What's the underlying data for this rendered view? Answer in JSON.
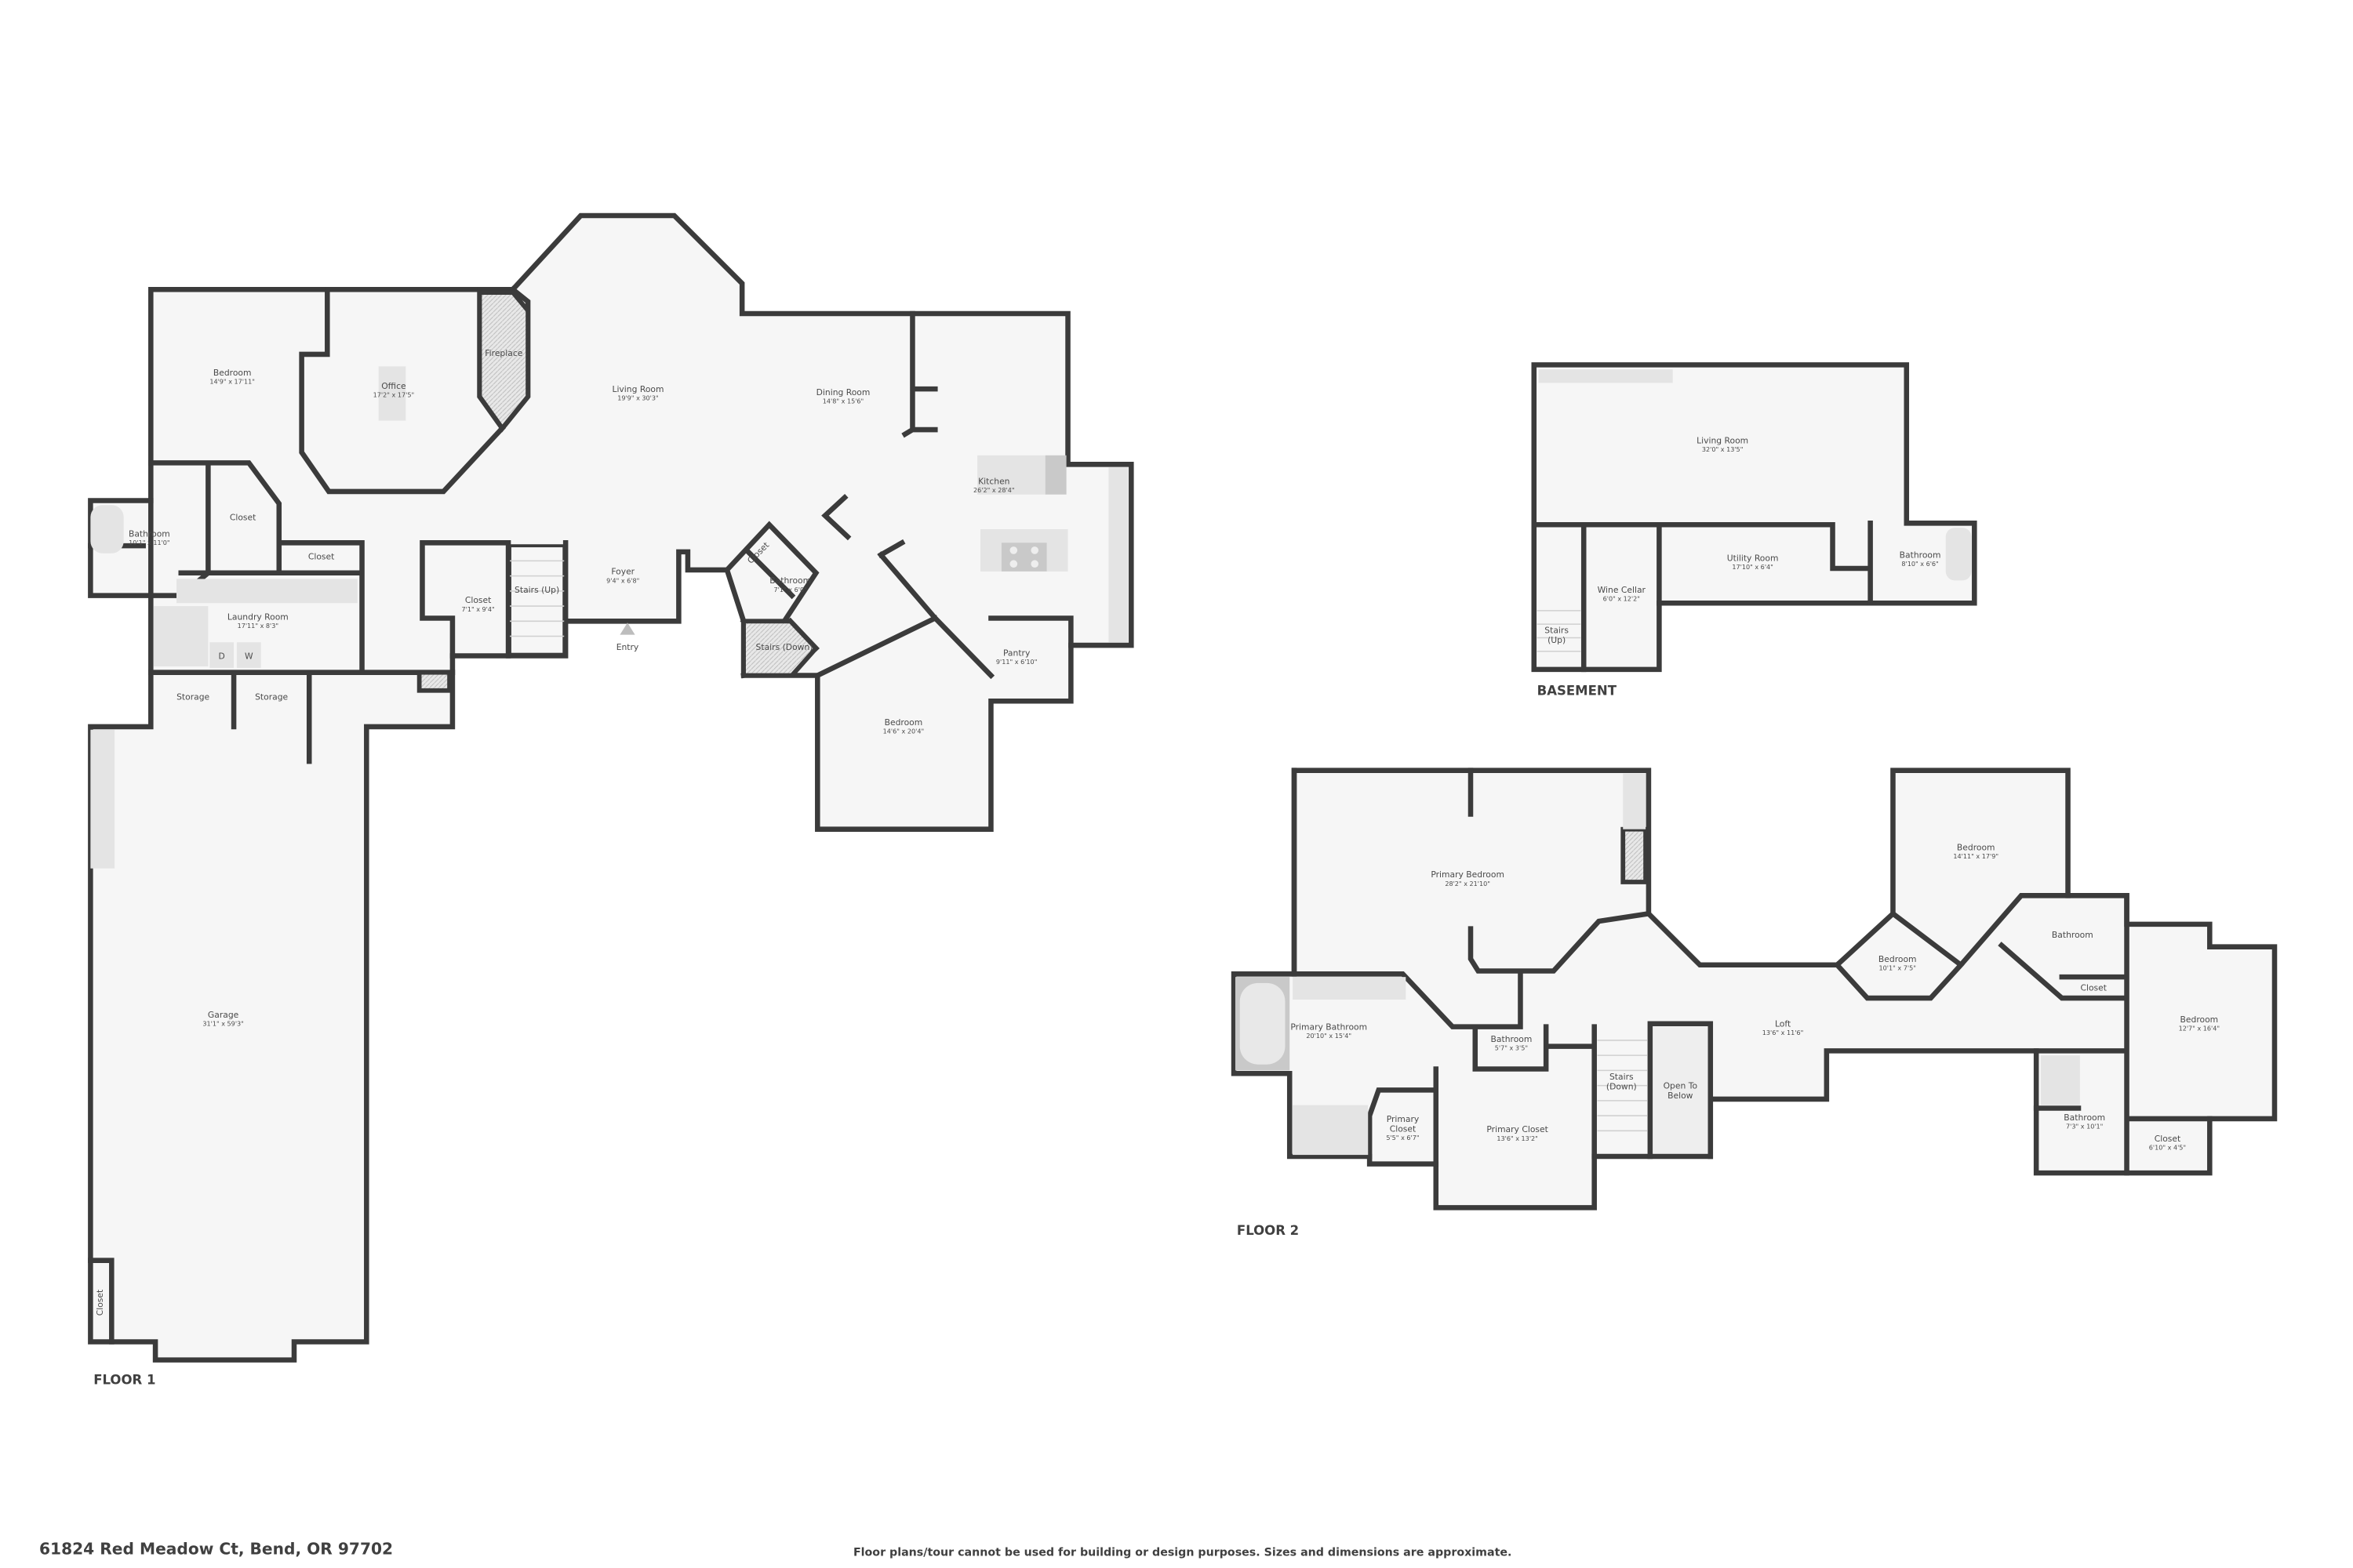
{
  "floor1": {
    "label": "FLOOR 1",
    "rooms": [
      {
        "name": "Bedroom",
        "dims": "14'9\" x 17'11\""
      },
      {
        "name": "Office",
        "dims": "17'2\" x 17'5\""
      },
      {
        "name": "Fireplace",
        "dims": ""
      },
      {
        "name": "Living Room",
        "dims": "19'9\" x 30'3\""
      },
      {
        "name": "Dining Room",
        "dims": "14'8\" x 15'6\""
      },
      {
        "name": "Kitchen",
        "dims": "26'2\" x 28'4\""
      },
      {
        "name": "Bathroom",
        "dims": "10'1\" x 11'0\""
      },
      {
        "name": "Closet",
        "dims": ""
      },
      {
        "name": "Closet",
        "dims": ""
      },
      {
        "name": "Laundry Room",
        "dims": "17'11\" x 8'3\""
      },
      {
        "name": "Closet",
        "dims": "7'1\" x 9'4\""
      },
      {
        "name": "Stairs (Up)",
        "dims": ""
      },
      {
        "name": "Foyer",
        "dims": "9'4\" x 6'8\""
      },
      {
        "name": "Entry",
        "dims": ""
      },
      {
        "name": "Closet",
        "dims": ""
      },
      {
        "name": "Bathroom",
        "dims": "7'1\" x 6'0\""
      },
      {
        "name": "Stairs (Down)",
        "dims": ""
      },
      {
        "name": "Pantry",
        "dims": "9'11\" x 6'10\""
      },
      {
        "name": "Bedroom",
        "dims": "14'6\" x 20'4\""
      },
      {
        "name": "Storage",
        "dims": ""
      },
      {
        "name": "Storage",
        "dims": ""
      },
      {
        "name": "Garage",
        "dims": "31'1\" x 59'3\""
      },
      {
        "name": "Closet",
        "dims": ""
      }
    ],
    "appliance_letters": [
      "D",
      "W"
    ]
  },
  "basement": {
    "label": "BASEMENT",
    "rooms": [
      {
        "name": "Living Room",
        "dims": "32'0\" x 13'5\""
      },
      {
        "name": "Wine Cellar",
        "dims": "6'0\" x 12'2\""
      },
      {
        "name": "Utility Room",
        "dims": "17'10\" x 6'4\""
      },
      {
        "name": "Bathroom",
        "dims": "8'10\" x 6'6\""
      },
      {
        "name": "Stairs",
        "dims": "(Up)"
      }
    ]
  },
  "floor2": {
    "label": "FLOOR 2",
    "rooms": [
      {
        "name": "Primary Bedroom",
        "dims": "28'2\" x 21'10\""
      },
      {
        "name": "Primary Bathroom",
        "dims": "20'10\" x 15'4\""
      },
      {
        "name": "Bathroom",
        "dims": "5'7\" x 3'5\""
      },
      {
        "name": "Primary",
        "dims": "Closet",
        "extra": "5'5\" x 6'7\""
      },
      {
        "name": "Primary Closet",
        "dims": "13'6\" x 13'2\""
      },
      {
        "name": "Stairs",
        "dims": "(Down)"
      },
      {
        "name": "Open To",
        "dims": "Below"
      },
      {
        "name": "Loft",
        "dims": "13'6\" x 11'6\""
      },
      {
        "name": "Bedroom",
        "dims": "14'11\" x 17'9\""
      },
      {
        "name": "Bedroom",
        "dims": "10'1\" x 7'5\""
      },
      {
        "name": "Bathroom",
        "dims": ""
      },
      {
        "name": "Closet",
        "dims": ""
      },
      {
        "name": "Bedroom",
        "dims": "12'7\" x 16'4\""
      },
      {
        "name": "Bathroom",
        "dims": "7'3\" x 10'1\""
      },
      {
        "name": "Closet",
        "dims": "6'10\" x 4'5\""
      }
    ]
  },
  "footer": {
    "address": "61824 Red Meadow Ct, Bend, OR 97702",
    "disclaimer": "Floor plans/tour cannot be used for building or design purposes. Sizes and dimensions are approximate."
  },
  "colors": {
    "wall": "#3b3b3b",
    "floor": "#f6f6f6",
    "fixture": "#e4e4e4",
    "text": "#4a4a4a"
  }
}
